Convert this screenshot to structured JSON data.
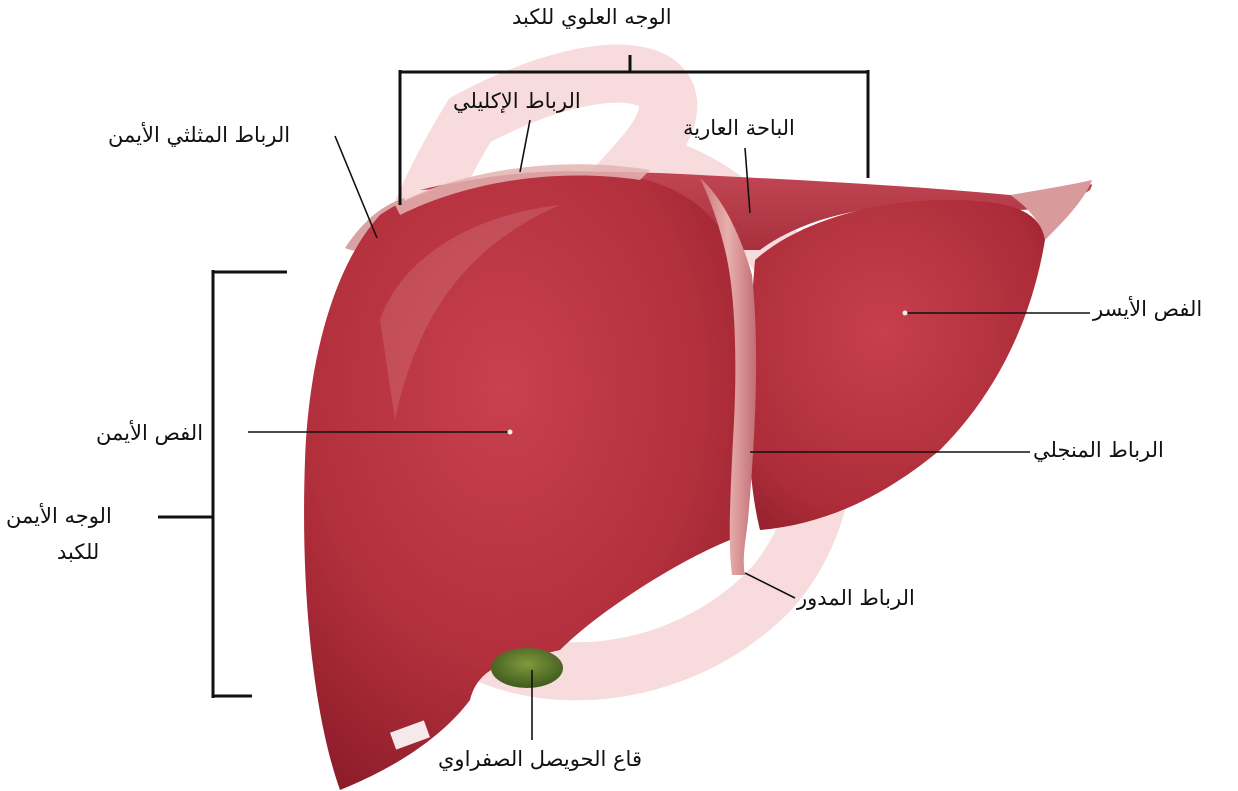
{
  "labels": {
    "superior_surface": "الوجه العلوي للكبد",
    "coronary_ligament": "الرباط الإكليلي",
    "right_triangular_ligament": "الرباط المثلثي الأيمن",
    "bare_area": "الباحة العارية",
    "left_lobe": "الفص الأيسر",
    "right_lobe": "الفص الأيمن",
    "falciform_ligament": "الرباط المنجلي",
    "right_surface_line1": "الوجه الأيمن",
    "right_surface_line2": "للكبد",
    "round_ligament": "الرباط المدور",
    "gallbladder_fundus": "قاع الحويصل الصفراوي"
  },
  "colors": {
    "liver": "#b8303e",
    "liver_dark": "#8f1c2a",
    "ligament": "#d98e8e",
    "gallbladder": "#5d7a2d",
    "watermark": "#f4cfd1"
  }
}
